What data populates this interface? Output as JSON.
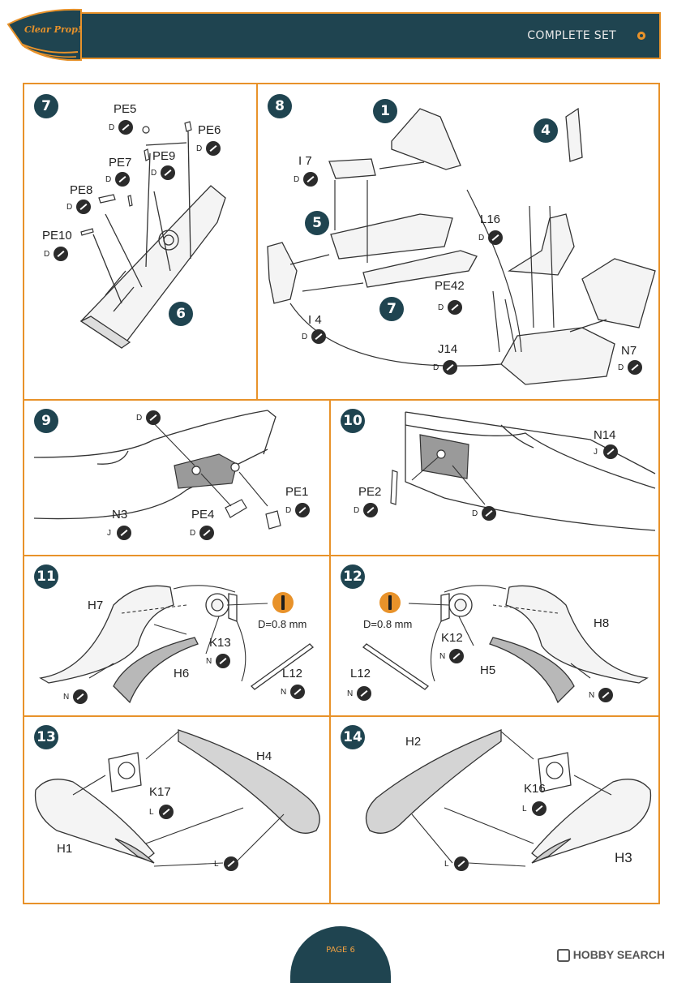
{
  "header": {
    "logo_text": "Clear Prop!",
    "set_title": "COMPLETE SET"
  },
  "steps": [
    {
      "number": "7",
      "parts": [
        "PE5",
        "PE6",
        "PE7",
        "PE9",
        "PE8",
        "PE10"
      ],
      "paint": [
        "D",
        "D",
        "D",
        "D",
        "D",
        "D"
      ],
      "sub_steps": [
        "6"
      ]
    },
    {
      "number": "8",
      "parts": [
        "I 7",
        "L16",
        "PE42",
        "I 4",
        "J14",
        "N7"
      ],
      "paint": [
        "D",
        "D",
        "D",
        "D",
        "D",
        "D"
      ],
      "sub_steps": [
        "1",
        "4",
        "5",
        "7"
      ]
    },
    {
      "number": "9",
      "parts": [
        "PE1",
        "PE4",
        "N3"
      ],
      "paint": [
        "D",
        "D",
        "D",
        "J"
      ]
    },
    {
      "number": "10",
      "parts": [
        "N14",
        "PE2"
      ],
      "paint": [
        "J",
        "D",
        "D"
      ]
    },
    {
      "number": "11",
      "parts": [
        "H7",
        "K13",
        "H6",
        "L12"
      ],
      "paint": [
        "N",
        "N",
        "N"
      ],
      "drill": "D=0.8 mm"
    },
    {
      "number": "12",
      "parts": [
        "H8",
        "K12",
        "H5",
        "L12"
      ],
      "paint": [
        "N",
        "N",
        "N"
      ],
      "drill": "D=0.8 mm"
    },
    {
      "number": "13",
      "parts": [
        "H4",
        "K17",
        "H1"
      ],
      "paint": [
        "L",
        "L"
      ]
    },
    {
      "number": "14",
      "parts": [
        "H2",
        "K16",
        "H3"
      ],
      "paint": [
        "L",
        "L"
      ]
    }
  ],
  "footer": {
    "page": "PAGE 6",
    "watermark": "HOBBY SEARCH"
  }
}
